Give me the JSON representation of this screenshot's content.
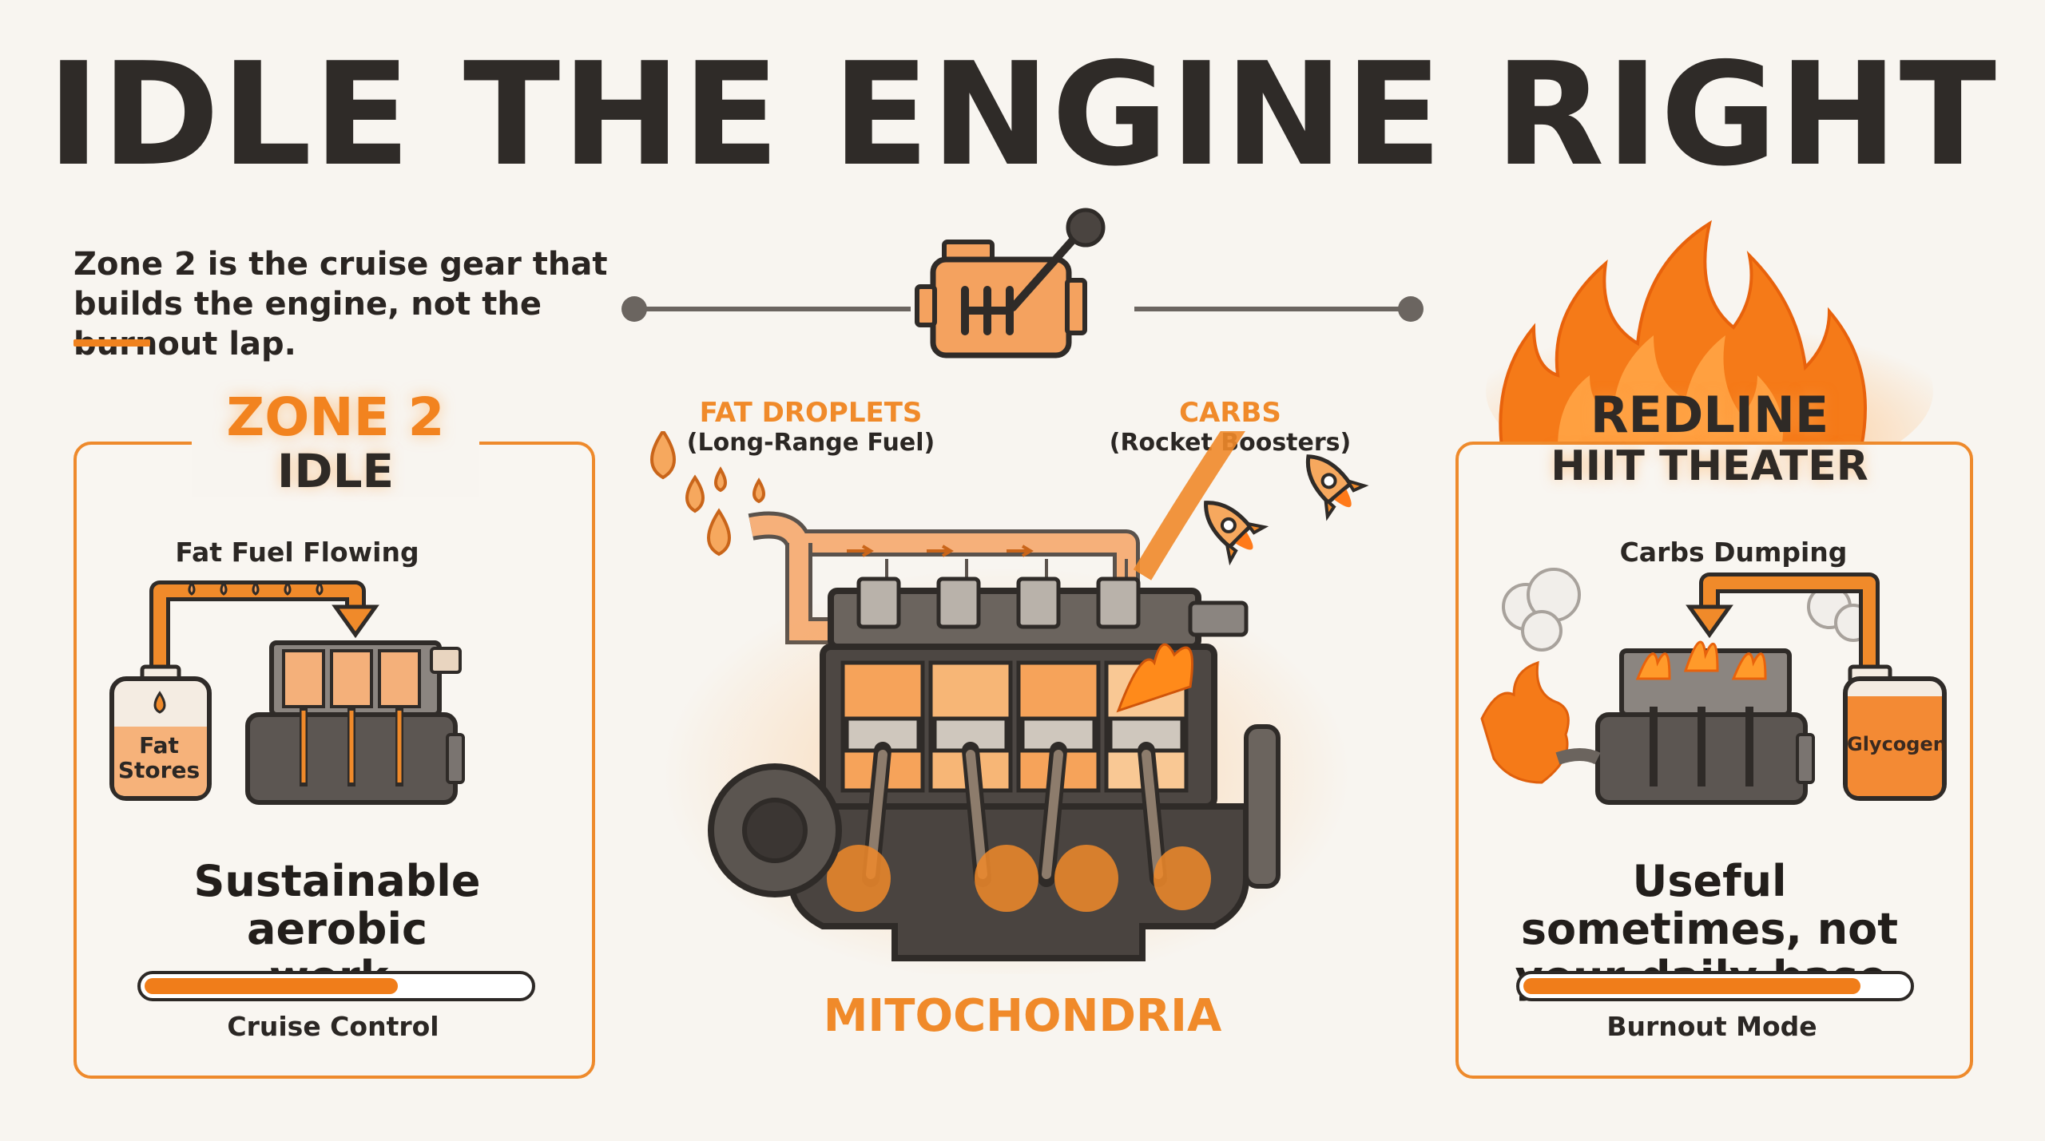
{
  "title": "IDLE THE ENGINE RIGHT",
  "intro": "Zone 2 is the cruise gear that builds the engine, not the burnout lap.",
  "left_panel": {
    "title": "ZONE 2",
    "subtitle": "IDLE",
    "flow_label": "Fat Fuel Flowing",
    "tank_label": "Fat Stores",
    "caption": "Sustainable aerobic work.",
    "meter_label": "Cruise Control",
    "meter_level": 0.66
  },
  "center": {
    "fat_label": "FAT DROPLETS",
    "fat_sub": "(Long-Range Fuel)",
    "carbs_label": "CARBS",
    "carbs_sub": "(Rocket Boosters)",
    "engine_label": "MITOCHONDRIA"
  },
  "right_panel": {
    "title": "REDLINE",
    "subtitle": "HIIT THEATER",
    "flow_label": "Carbs Dumping",
    "tank_label": "Glycogen",
    "caption": "Useful sometimes, not your daily base.",
    "meter_label": "Burnout Mode",
    "meter_level": 0.88
  },
  "colors": {
    "accent": "#f0821e",
    "dark": "#2f2b28",
    "background": "#f8f5f0"
  },
  "icons": [
    "engine-gearshift-icon",
    "fuel-drop-icon",
    "rocket-icon",
    "flame-icon",
    "smoke-icon"
  ]
}
